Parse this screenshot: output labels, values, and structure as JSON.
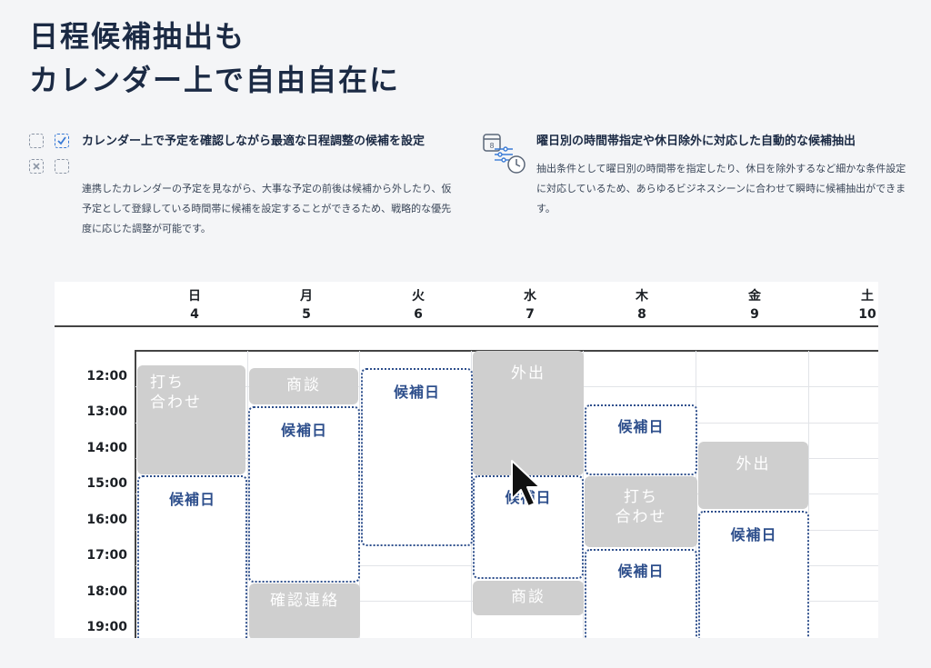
{
  "headline": {
    "line1": "日程候補抽出も",
    "line2": "カレンダー上で自由自在に"
  },
  "features": [
    {
      "icon": "checkbox-grid-icon",
      "title": "カレンダー上で予定を確認しながら最適な日程調整の候補を設定",
      "description": "連携したカレンダーの予定を見ながら、大事な予定の前後は候補から外したり、仮予定として登録している時間帯に候補を設定することができるため、戦略的な優先度に応じた調整が可能です。"
    },
    {
      "icon": "calendar-settings-clock-icon",
      "calendar_number": "8",
      "title": "曜日別の時間帯指定や休日除外に対応した自動的な候補抽出",
      "description": "抽出条件として曜日別の時間帯を指定したり、休日を除外するなど細かな条件設定に対応しているため、あらゆるビジネスシーンに合わせて瞬時に候補抽出ができます。"
    }
  ],
  "calendar": {
    "days": [
      {
        "weekday": "日",
        "date": "4"
      },
      {
        "weekday": "月",
        "date": "5"
      },
      {
        "weekday": "火",
        "date": "6"
      },
      {
        "weekday": "水",
        "date": "7"
      },
      {
        "weekday": "木",
        "date": "8"
      },
      {
        "weekday": "金",
        "date": "9"
      },
      {
        "weekday": "土",
        "date": "10"
      }
    ],
    "times": [
      "12:00",
      "13:00",
      "14:00",
      "15:00",
      "16:00",
      "17:00",
      "18:00",
      "19:00"
    ],
    "events": {
      "sun_meeting_line1": "打ち",
      "sun_meeting_line2": "合わせ",
      "sun_candidate": "候補日",
      "mon_negotiation": "商談",
      "mon_candidate": "候補日",
      "mon_confirm": "確認連絡",
      "tue_candidate": "候補日",
      "wed_out": "外出",
      "wed_candidate": "候補日",
      "wed_negotiation": "商談",
      "thu_candidate1": "候補日",
      "thu_meeting_line1": "打ち",
      "thu_meeting_line2": "合わせ",
      "thu_candidate2": "候補日",
      "fri_out": "外出",
      "fri_candidate": "候補日"
    },
    "colors": {
      "busy": "#cfcfcf",
      "candidate_border": "#2e4f8c",
      "candidate_text": "#2e4f8c"
    }
  }
}
